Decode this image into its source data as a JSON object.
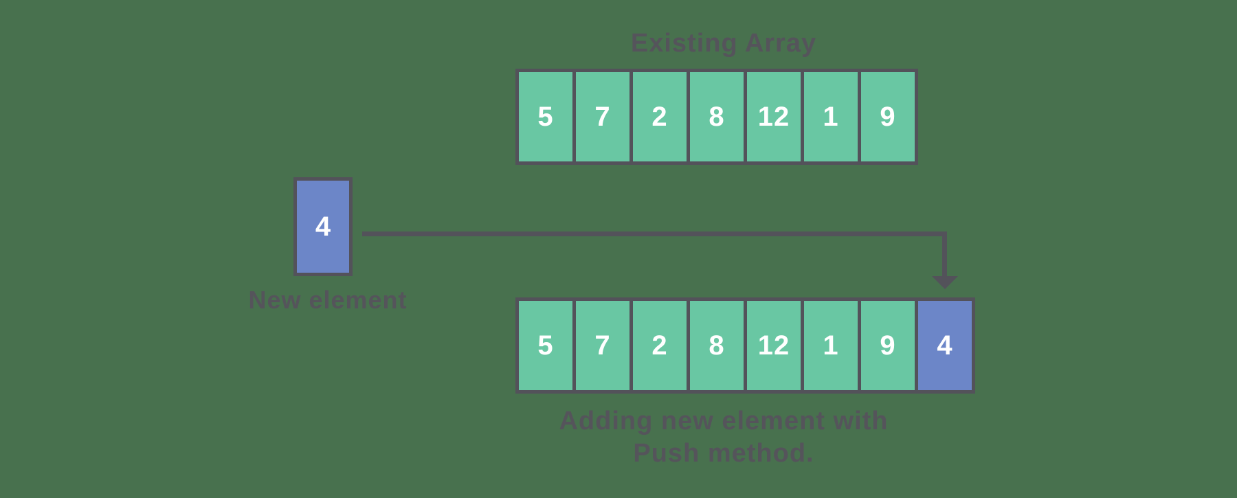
{
  "colors": {
    "background": "#48714E",
    "cell_teal": "#69C7A3",
    "cell_blue": "#6C86C8",
    "line_dark": "#53525A",
    "label_gray": "#55545B",
    "number_white": "#FFFFFF"
  },
  "existing_array": {
    "title": "Existing Array",
    "values": [
      "5",
      "7",
      "2",
      "8",
      "12",
      "1",
      "9"
    ]
  },
  "new_element": {
    "value": "4",
    "label": "New element"
  },
  "push_arrow": {
    "icon": "elbow-arrow-down-icon",
    "direction": "right-then-down"
  },
  "result_array": {
    "values": [
      "5",
      "7",
      "2",
      "8",
      "12",
      "1",
      "9",
      "4"
    ],
    "new_value_index": 7,
    "caption_lines": [
      "Adding new element with",
      "Push method."
    ]
  }
}
